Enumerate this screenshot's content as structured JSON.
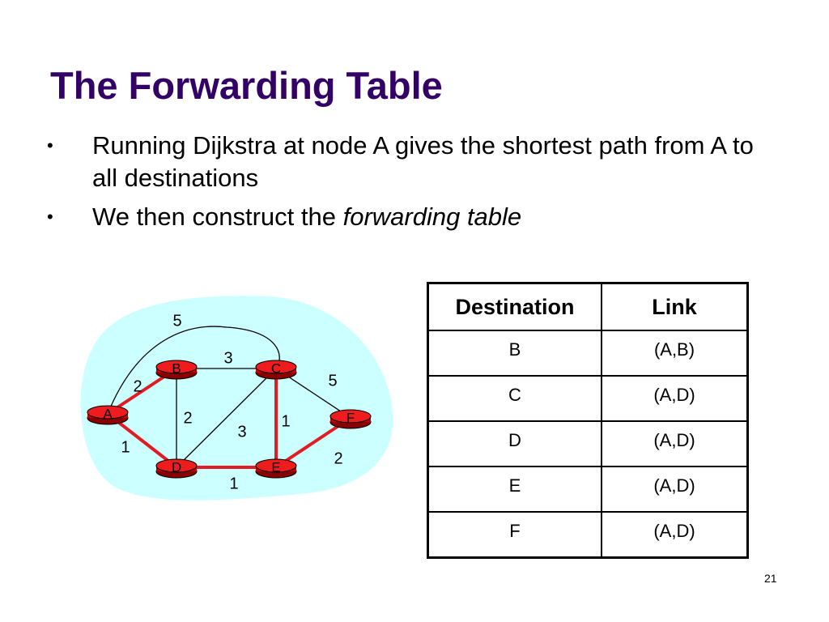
{
  "slide": {
    "title": "The Forwarding Table",
    "bullets": [
      {
        "text": "Running Dijkstra at node A gives the shortest path from A to all destinations"
      },
      {
        "prefix": "We then construct the ",
        "emphasis": "forwarding table"
      }
    ],
    "page_number": "21"
  },
  "graph": {
    "cloud_color": "#ccffff",
    "router_color": "#ee1c1c",
    "highlight_color": "#e31b23",
    "nodes": [
      {
        "id": "A",
        "label": "A"
      },
      {
        "id": "B",
        "label": "B"
      },
      {
        "id": "C",
        "label": "C"
      },
      {
        "id": "D",
        "label": "D"
      },
      {
        "id": "E",
        "label": "E"
      },
      {
        "id": "F",
        "label": "F"
      }
    ],
    "edges": [
      {
        "from": "A",
        "to": "B",
        "cost": "2",
        "in_tree": true
      },
      {
        "from": "A",
        "to": "D",
        "cost": "1",
        "in_tree": true
      },
      {
        "from": "A",
        "to": "C",
        "cost": "5",
        "in_tree": false
      },
      {
        "from": "B",
        "to": "C",
        "cost": "3",
        "in_tree": false
      },
      {
        "from": "B",
        "to": "D",
        "cost": "2",
        "in_tree": false
      },
      {
        "from": "C",
        "to": "D",
        "cost": "3",
        "in_tree": false
      },
      {
        "from": "C",
        "to": "E",
        "cost": "1",
        "in_tree": true
      },
      {
        "from": "C",
        "to": "F",
        "cost": "5",
        "in_tree": false
      },
      {
        "from": "D",
        "to": "E",
        "cost": "1",
        "in_tree": true
      },
      {
        "from": "E",
        "to": "F",
        "cost": "2",
        "in_tree": true
      }
    ]
  },
  "table": {
    "headers": [
      "Destination",
      "Link"
    ],
    "rows": [
      [
        "B",
        "(A,B)"
      ],
      [
        "C",
        "(A,D)"
      ],
      [
        "D",
        "(A,D)"
      ],
      [
        "E",
        "(A,D)"
      ],
      [
        "F",
        "(A,D)"
      ]
    ]
  }
}
